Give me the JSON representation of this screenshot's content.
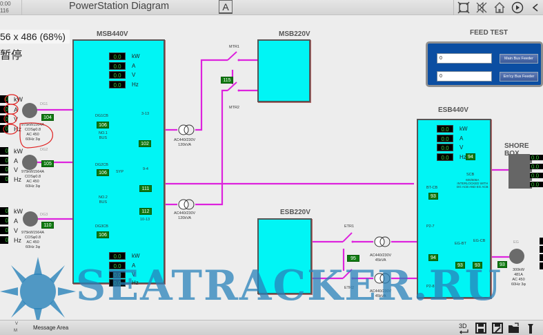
{
  "header": {
    "clock_line1": "0:00",
    "clock_line2": "116",
    "title": "PowerStation Diagram",
    "font_button": "A",
    "icons": [
      "fullscreen-icon",
      "mute-icon",
      "home-icon",
      "play-icon",
      "back-icon"
    ]
  },
  "overlay": {
    "resolution": "56 x 486 (68%)",
    "status": "暂停"
  },
  "panels": {
    "msb440": {
      "title": "MSB440V",
      "top_meters": [
        {
          "value": "0.0",
          "unit": "kW"
        },
        {
          "value": "0.0",
          "unit": "A"
        },
        {
          "value": "0.0",
          "unit": "V"
        },
        {
          "value": "0.0",
          "unit": "Hz"
        }
      ],
      "bottom_meters": [
        {
          "value": "0.0",
          "unit": "kW"
        },
        {
          "value": "0.0",
          "unit": "A"
        },
        {
          "value": "0.0",
          "unit": "V"
        },
        {
          "value": "0.0",
          "unit": "Hz"
        }
      ],
      "labels": {
        "dg1cb": "DG1CB",
        "dg2cb": "DG2CB",
        "dg3cb": "DG3CB",
        "bus1": "NO.1\nBUS",
        "bus2": "NO.2\nBUS",
        "syp": "SYP",
        "sw313": "3-13",
        "sw94": "9-4",
        "sw1013": "10-13"
      },
      "badges": {
        "dg1cb": "106",
        "dg2cb": "106",
        "dg3cb": "106",
        "sw313": "102",
        "sw94": "111",
        "sw1013": "112"
      }
    },
    "msb220": {
      "title": "MSB220V",
      "mtr1": "MTR1",
      "mtr2": "MTR2",
      "badge": "115"
    },
    "esb220": {
      "title": "ESB220V",
      "etr1": "ETR1",
      "etr2": "ETR2",
      "badge": "95"
    },
    "esb440": {
      "title": "ESB440V",
      "meters": [
        {
          "value": "0.0",
          "unit": "kW"
        },
        {
          "value": "0.0",
          "unit": "A"
        },
        {
          "value": "0.0",
          "unit": "V"
        },
        {
          "value": "0.0",
          "unit": "Hz"
        }
      ],
      "hz_badge": "94",
      "scb": "SCB",
      "scb_note": "600/608A\nINTERLOCKED WITH\nDG ACB AND EG ACB",
      "btcb": "BT-CB",
      "btcb_badge": "93",
      "p27": "P2-7",
      "p27_badge": "94",
      "p28": "P2-8",
      "egbt": "EG-BT",
      "egbt_badge": "93",
      "egcb": "EG-CB",
      "egcb_badge": "93"
    }
  },
  "transformers": [
    {
      "rating": "AC440/230V\n120kVA"
    },
    {
      "rating": "AC440/230V\n120kVA"
    },
    {
      "rating": "AC440/230V\n45kVA"
    },
    {
      "rating": "AC440/230V\n45kVA"
    }
  ],
  "generators": [
    {
      "name": "DG1",
      "badge": "104",
      "spec": "975kW1564A\nCOSφ0.8\nAC 450\n60Hz 3φ",
      "meters": [
        {
          "value": "0",
          "unit": "kW"
        },
        {
          "value": "0",
          "unit": "A"
        },
        {
          "value": "0",
          "unit": "V"
        },
        {
          "value": "0",
          "unit": "Hz"
        }
      ]
    },
    {
      "name": "DG2",
      "badge": "105",
      "spec": "975kW1564A\nCOSφ0.8\nAC 450\n60Hz 3φ",
      "meters": [
        {
          "value": "0",
          "unit": "kW"
        },
        {
          "value": "0",
          "unit": "A"
        },
        {
          "value": "0",
          "unit": "V"
        },
        {
          "value": "0",
          "unit": "Hz"
        }
      ]
    },
    {
      "name": "DG3",
      "badge": "110",
      "spec": "975kW1564A\nCOSφ0.8\nAC 450\n60Hz 3φ",
      "meters": [
        {
          "value": "0",
          "unit": "kW"
        },
        {
          "value": "0",
          "unit": "A"
        },
        {
          "value": "0",
          "unit": "V"
        },
        {
          "value": "0",
          "unit": "Hz"
        }
      ]
    }
  ],
  "emergency_gen": {
    "name": "EG",
    "badge": "93",
    "spec": "300kW\n481A\nAC 450\n60Hz 3φ"
  },
  "feed_test": {
    "title": "FEED TEST",
    "main_value": "0",
    "emcy_value": "0",
    "main_button": "Main Bus Feeder",
    "emcy_button": "Em'cy Bus Feeder"
  },
  "shore_box": {
    "title": "SHORE BOX",
    "values": [
      "0.0",
      "0.0",
      "0.0",
      "0.0"
    ]
  },
  "footer": {
    "v_label": "V",
    "m_label": "M",
    "message_area": "Message Area",
    "icons": [
      "3d-view-icon",
      "save-icon",
      "save-as-icon",
      "open-folder-icon",
      "tool-icon"
    ]
  },
  "watermark": "SEATRACKER.RU",
  "colors": {
    "bus_cyan": "#00f5f5",
    "wire_magenta": "#dd22dd",
    "badge_green": "#0f7a10",
    "feed_blue": "#0b4ea2"
  }
}
